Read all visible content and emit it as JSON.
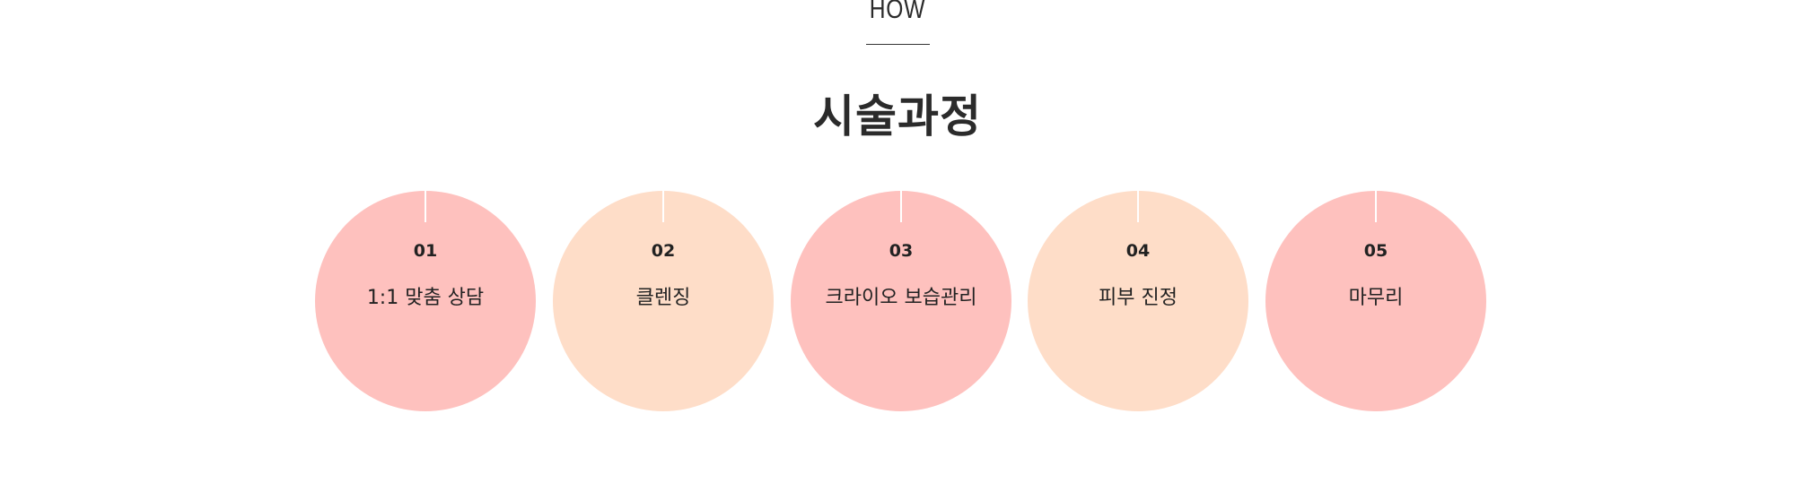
{
  "header": {
    "eyebrow": "HOW",
    "title": "시술과정"
  },
  "colors": {
    "pink": "#fec1be",
    "peach": "#feddc8",
    "text": "#222222"
  },
  "steps": [
    {
      "num": "01",
      "label": "1:1 맞춤 상담",
      "color": "pink"
    },
    {
      "num": "02",
      "label": "클렌징",
      "color": "peach"
    },
    {
      "num": "03",
      "label": "크라이오 보습관리",
      "color": "pink"
    },
    {
      "num": "04",
      "label": "피부 진정",
      "color": "peach"
    },
    {
      "num": "05",
      "label": "마무리",
      "color": "pink"
    }
  ]
}
